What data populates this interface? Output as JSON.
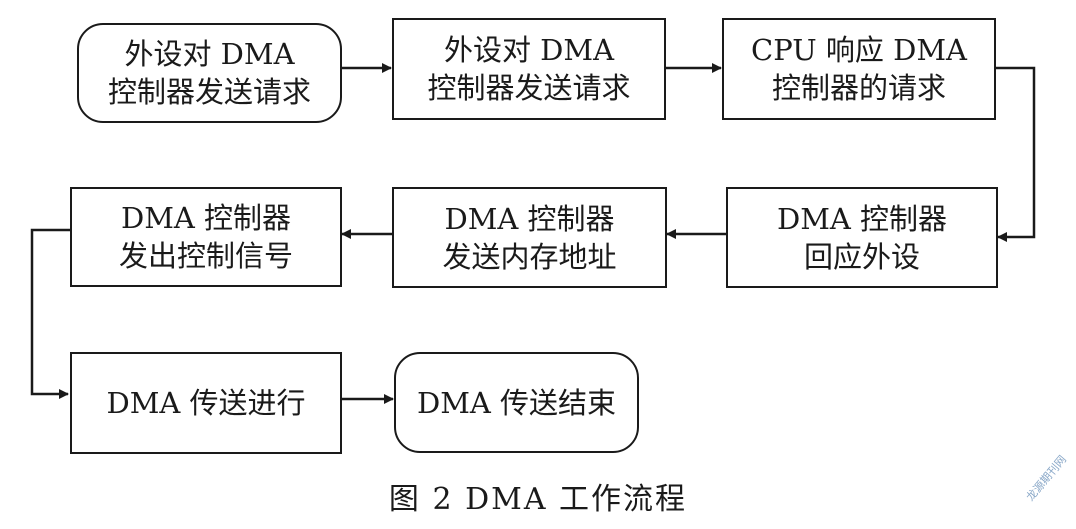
{
  "nodes": {
    "step1": {
      "line1": "外设对 DMA",
      "line2": "控制器发送请求"
    },
    "step2": {
      "line1": "外设对 DMA",
      "line2": "控制器发送请求"
    },
    "step3": {
      "line1": "CPU 响应 DMA",
      "line2": "控制器的请求"
    },
    "step4": {
      "line1": "DMA 控制器",
      "line2": "回应外设"
    },
    "step5": {
      "line1": "DMA 控制器",
      "line2": "发送内存地址"
    },
    "step6": {
      "line1": "DMA 控制器",
      "line2": "发出控制信号"
    },
    "step7": {
      "line1": "DMA 传送进行"
    },
    "step8": {
      "line1": "DMA 传送结束"
    }
  },
  "caption": "图 2   DMA 工作流程",
  "watermark": "龙源期刊网"
}
